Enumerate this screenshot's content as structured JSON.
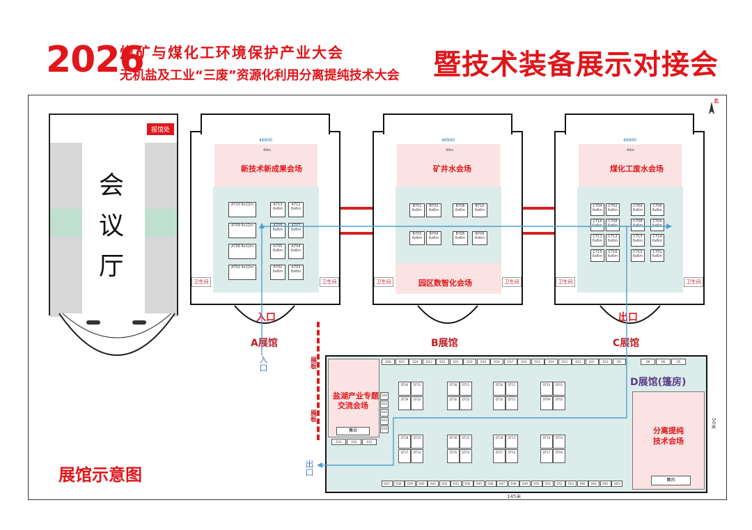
{
  "header": {
    "year": "2026",
    "line1": "煤矿与煤化工环境保护产业大会",
    "line2": "无机盐及工业“三废”资源化利用分离提纯技术大会",
    "right": "暨技术装备展示对接会"
  },
  "conference_hall": {
    "label_1": "会",
    "label_2": "议",
    "label_3": "厅",
    "reg": "报馆处"
  },
  "halls": {
    "a": {
      "name": "A展馆",
      "zone": "新技术新成果会场",
      "width_dim": "46900",
      "inner_dim": "44m",
      "wc": "卫生间",
      "entrance": "入口"
    },
    "b": {
      "name": "B展馆",
      "zone": "矿井水会场",
      "zone2": "园区数智化会场",
      "width_dim": "46900",
      "inner_dim": "44m",
      "wc": "卫生间"
    },
    "c": {
      "name": "C展馆",
      "zone": "煤化工废水会场",
      "width_dim": "46900",
      "inner_dim": "44m",
      "wc": "卫生间",
      "exit": "出口"
    },
    "d": {
      "name": "D展馆(篷房)",
      "zone_left_1": "盐湖产业专题",
      "zone_left_2": "交流会场",
      "zone_right_1": "分离提纯",
      "zone_right_2": "技术会场",
      "stage": "舞台",
      "width": "145米",
      "height": "50米",
      "side_1": "展板",
      "side_2": "展板"
    }
  },
  "outer": {
    "in": "入口",
    "out": "出口",
    "north": "北"
  },
  "legend": "展馆示意图",
  "booths_a": [
    {
      "id": "A710",
      "size": "6x12m"
    },
    {
      "id": "A713",
      "size": "6x6m"
    },
    {
      "id": "A712",
      "size": "6x6m"
    },
    {
      "id": "A709",
      "size": "6x12m"
    },
    {
      "id": "A708",
      "size": "6x6m"
    },
    {
      "id": "A707",
      "size": "6x6m"
    },
    {
      "id": "A706",
      "size": "6x12m"
    },
    {
      "id": "A705",
      "size": "6x6m"
    },
    {
      "id": "A704",
      "size": "6x6m"
    },
    {
      "id": "A701",
      "size": "6x12m"
    },
    {
      "id": "A702",
      "size": "6x6m"
    },
    {
      "id": "A703",
      "size": "6x6m"
    }
  ],
  "booths_b": [
    {
      "id": "B701",
      "size": "6x6m"
    },
    {
      "id": "B702",
      "size": "6x6m"
    },
    {
      "id": "B708",
      "size": "6x6m"
    },
    {
      "id": "B710",
      "size": "6x6m"
    },
    {
      "id": "B703",
      "size": "6x6m"
    },
    {
      "id": "B704",
      "size": "6x6m"
    },
    {
      "id": "B706",
      "size": "6x6m"
    },
    {
      "id": "B709",
      "size": "6x6m"
    }
  ],
  "booths_c": [
    {
      "id": "C704",
      "size": "6x6m"
    },
    {
      "id": "C702",
      "size": "6x6m"
    },
    {
      "id": "C709",
      "size": "6x6m"
    },
    {
      "id": "C706",
      "size": "6x6m"
    },
    {
      "id": "C716",
      "size": "6x6m"
    },
    {
      "id": "C708",
      "size": "6x6m"
    },
    {
      "id": "C708",
      "size": "6x6m"
    },
    {
      "id": "C704",
      "size": "6x6m"
    },
    {
      "id": "C711",
      "size": "6x6m"
    },
    {
      "id": "C712",
      "size": "6x6m"
    },
    {
      "id": "C713",
      "size": "6x6m"
    },
    {
      "id": "C714",
      "size": "6x6m"
    },
    {
      "id": "C715",
      "size": "6x6m"
    },
    {
      "id": "C716",
      "size": "6x6m"
    },
    {
      "id": "C710",
      "size": "6x6m"
    },
    {
      "id": "C701",
      "size": "6x6m"
    }
  ],
  "d_top_row": [
    "D28",
    "D25",
    "D24",
    "D23",
    "D22",
    "D21",
    "D20",
    "D19",
    "D18",
    "D17",
    "D16",
    "D15",
    "D14",
    "D13",
    "D12",
    "D11",
    "D10",
    "D9"
  ],
  "d_bottom_row": [
    "D37",
    "D38",
    "D39",
    "D40",
    "D41",
    "D42",
    "D43",
    "D44",
    "D45",
    "D46",
    "D47",
    "D48",
    "D49",
    "D50",
    "D51",
    "D52",
    "D53",
    "D60",
    "D61",
    "D62",
    "D63"
  ],
  "d_island_top": [
    [
      "DT40",
      "DT31"
    ],
    [
      "DT39",
      "DT32"
    ],
    [
      "DT38",
      "DT21"
    ],
    [
      "DT30",
      "DT22"
    ],
    [
      "DT20",
      "DT11"
    ],
    [
      "DT19",
      "DT12"
    ],
    [
      "DT10",
      "DT01"
    ],
    [
      "DT09",
      "DT02"
    ]
  ],
  "d_island_bottom": [
    [
      "DT38",
      "DT33"
    ],
    [
      "DT37",
      "DT34"
    ],
    [
      "DT36",
      "DT23"
    ],
    [
      "DT35",
      "DT24"
    ],
    [
      "DT28",
      "DT13"
    ],
    [
      "DT27",
      "DT14"
    ],
    [
      "DT18",
      "DT03"
    ],
    [
      "DT17",
      "DT04"
    ]
  ],
  "d_right_top": [
    "D8",
    "D6",
    "D5"
  ],
  "d_left_col": [
    "D30",
    "D33",
    "D34",
    "D35",
    "D36"
  ],
  "d_left_bottom": [
    "D33",
    "D32",
    "D31"
  ]
}
